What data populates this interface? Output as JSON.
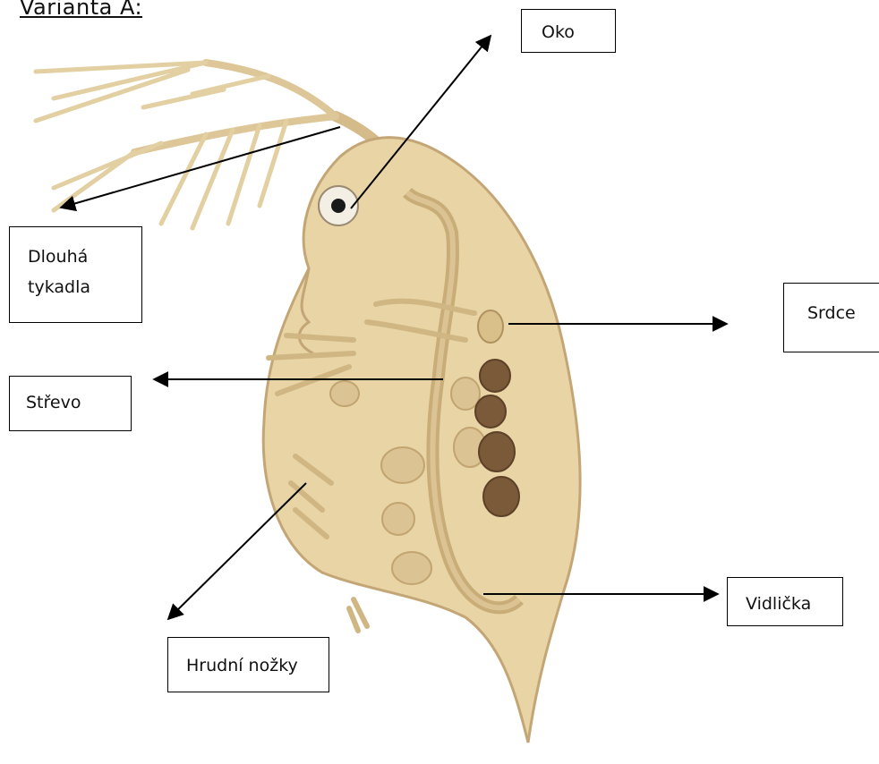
{
  "title": "Varianta A:",
  "labels": {
    "oko": "Oko",
    "dlouha_tykadla": [
      "Dlouhá",
      "tykadla"
    ],
    "srdce": "Srdce",
    "strevo": "Střevo",
    "vidlicka": "Vidlička",
    "hrudni_nozky": "Hrudní nožky"
  },
  "colors": {
    "body": "#e8d4a4",
    "body_outline": "#c4a676",
    "antenna": "#d9c18f",
    "intestine": "#cbb07c",
    "eggs": "#7a5a38",
    "arrow": "#000000"
  }
}
